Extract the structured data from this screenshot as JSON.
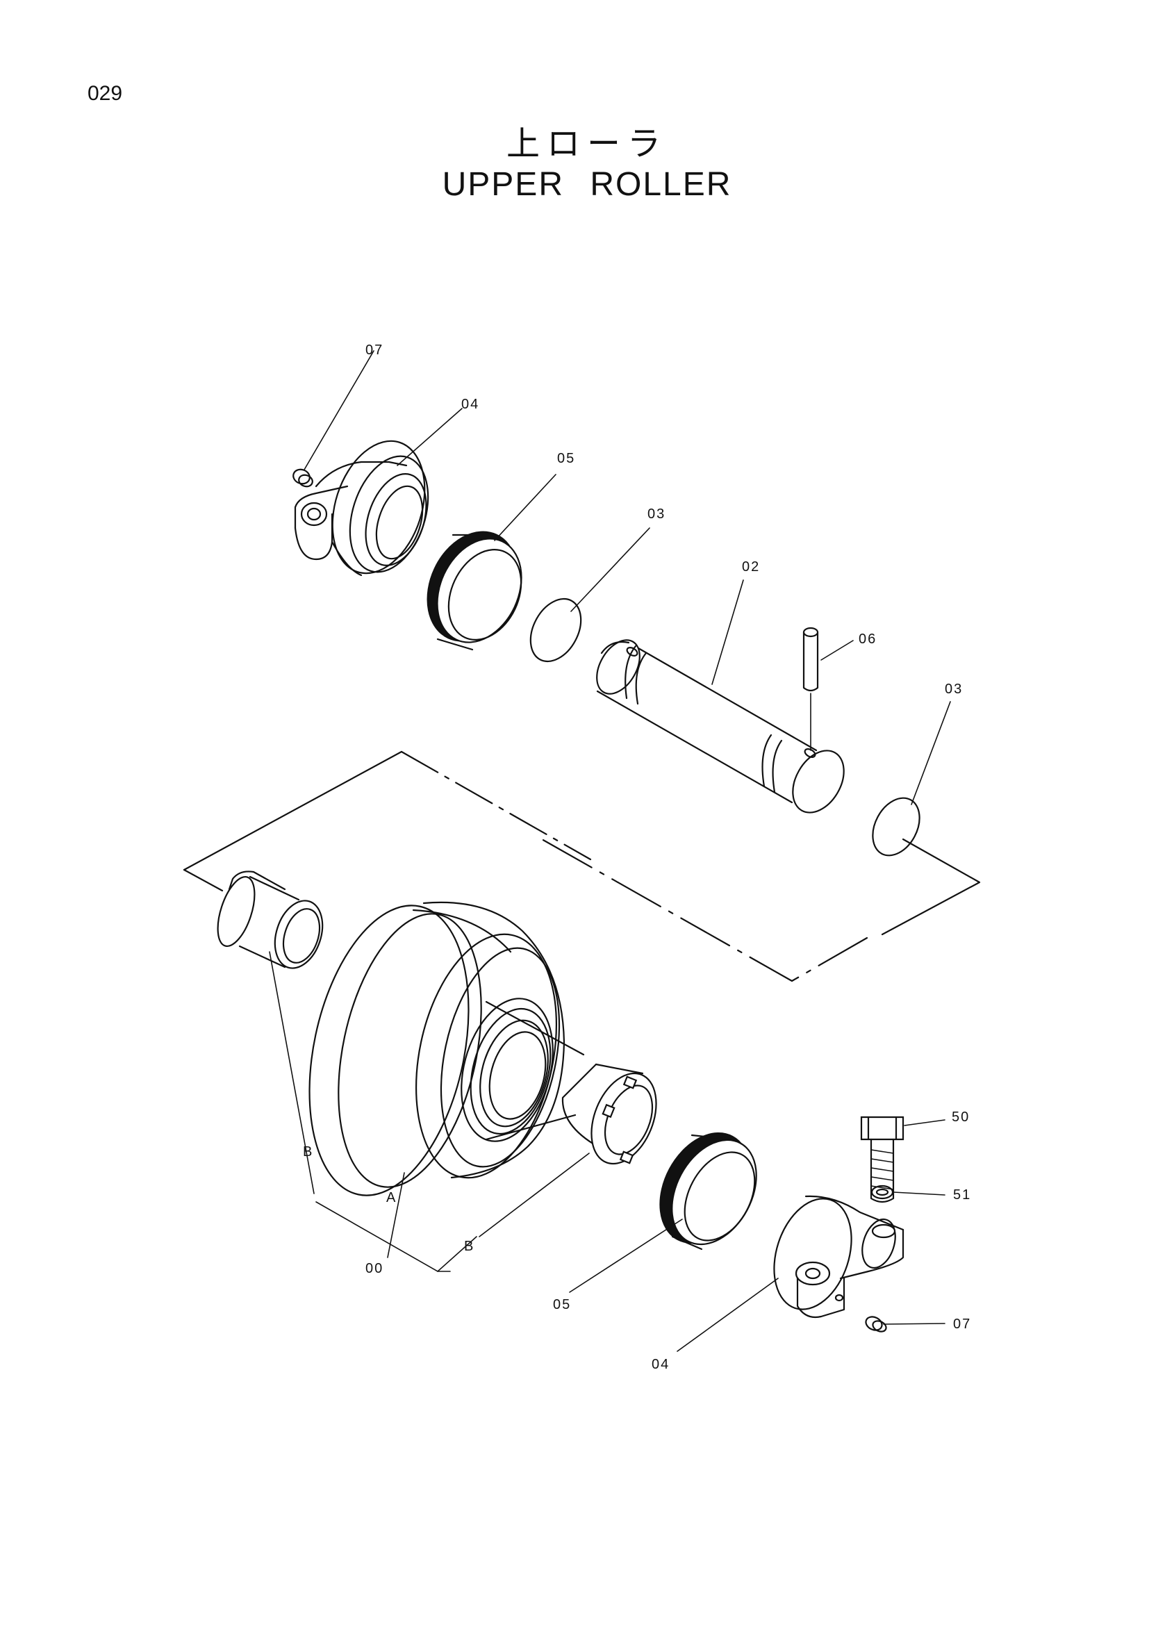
{
  "page_number": "029",
  "title_jp": "上ローラ",
  "title_en": "UPPER ROLLER",
  "callouts": {
    "c07_top": "07",
    "c04_top": "04",
    "c05_top": "05",
    "c03_top": "03",
    "c02": "02",
    "c06": "06",
    "c03_right": "03",
    "c50": "50",
    "c51": "51",
    "c07_bottom": "07",
    "c04_bottom": "04",
    "c05_bottom": "05",
    "c00": "00",
    "cA": "A",
    "cB_left": "B",
    "cB_mid": "B"
  }
}
